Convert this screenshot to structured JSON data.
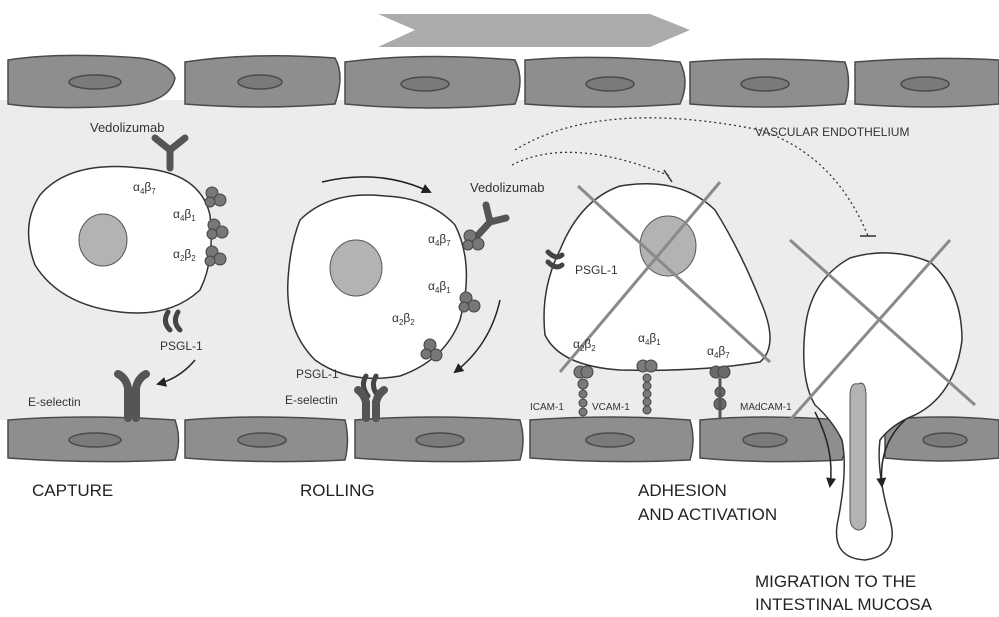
{
  "labels": {
    "vascular_endothelium": "VASCULAR ENDOTHELIUM",
    "vedolizumab": "Vedolizumab",
    "psgl1": "PSGL-1",
    "e_selectin": "E-selectin",
    "icam1": "ICAM-1",
    "vcam1": "VCAM-1",
    "madcam1": "MAdCAM-1",
    "alpha": "α",
    "beta": "β",
    "sub_4": "4",
    "sub_7": "7",
    "sub_1": "1",
    "sub_2": "2"
  },
  "stages": {
    "capture": "CAPTURE",
    "rolling": "ROLLING",
    "adhesion_line1": "ADHESION",
    "adhesion_line2": "AND ACTIVATION",
    "migration_line1": "MIGRATION TO THE",
    "migration_line2": "INTESTINAL MUCOSA"
  },
  "colors": {
    "endothelial_fill": "#8e8e8e",
    "endothelial_stroke": "#4a4a4a",
    "lumen": "#e9e9e9",
    "receptor": "#6f6f6f",
    "cross": "#8a8a8a",
    "flow_arrow": "#a9a9a9"
  }
}
